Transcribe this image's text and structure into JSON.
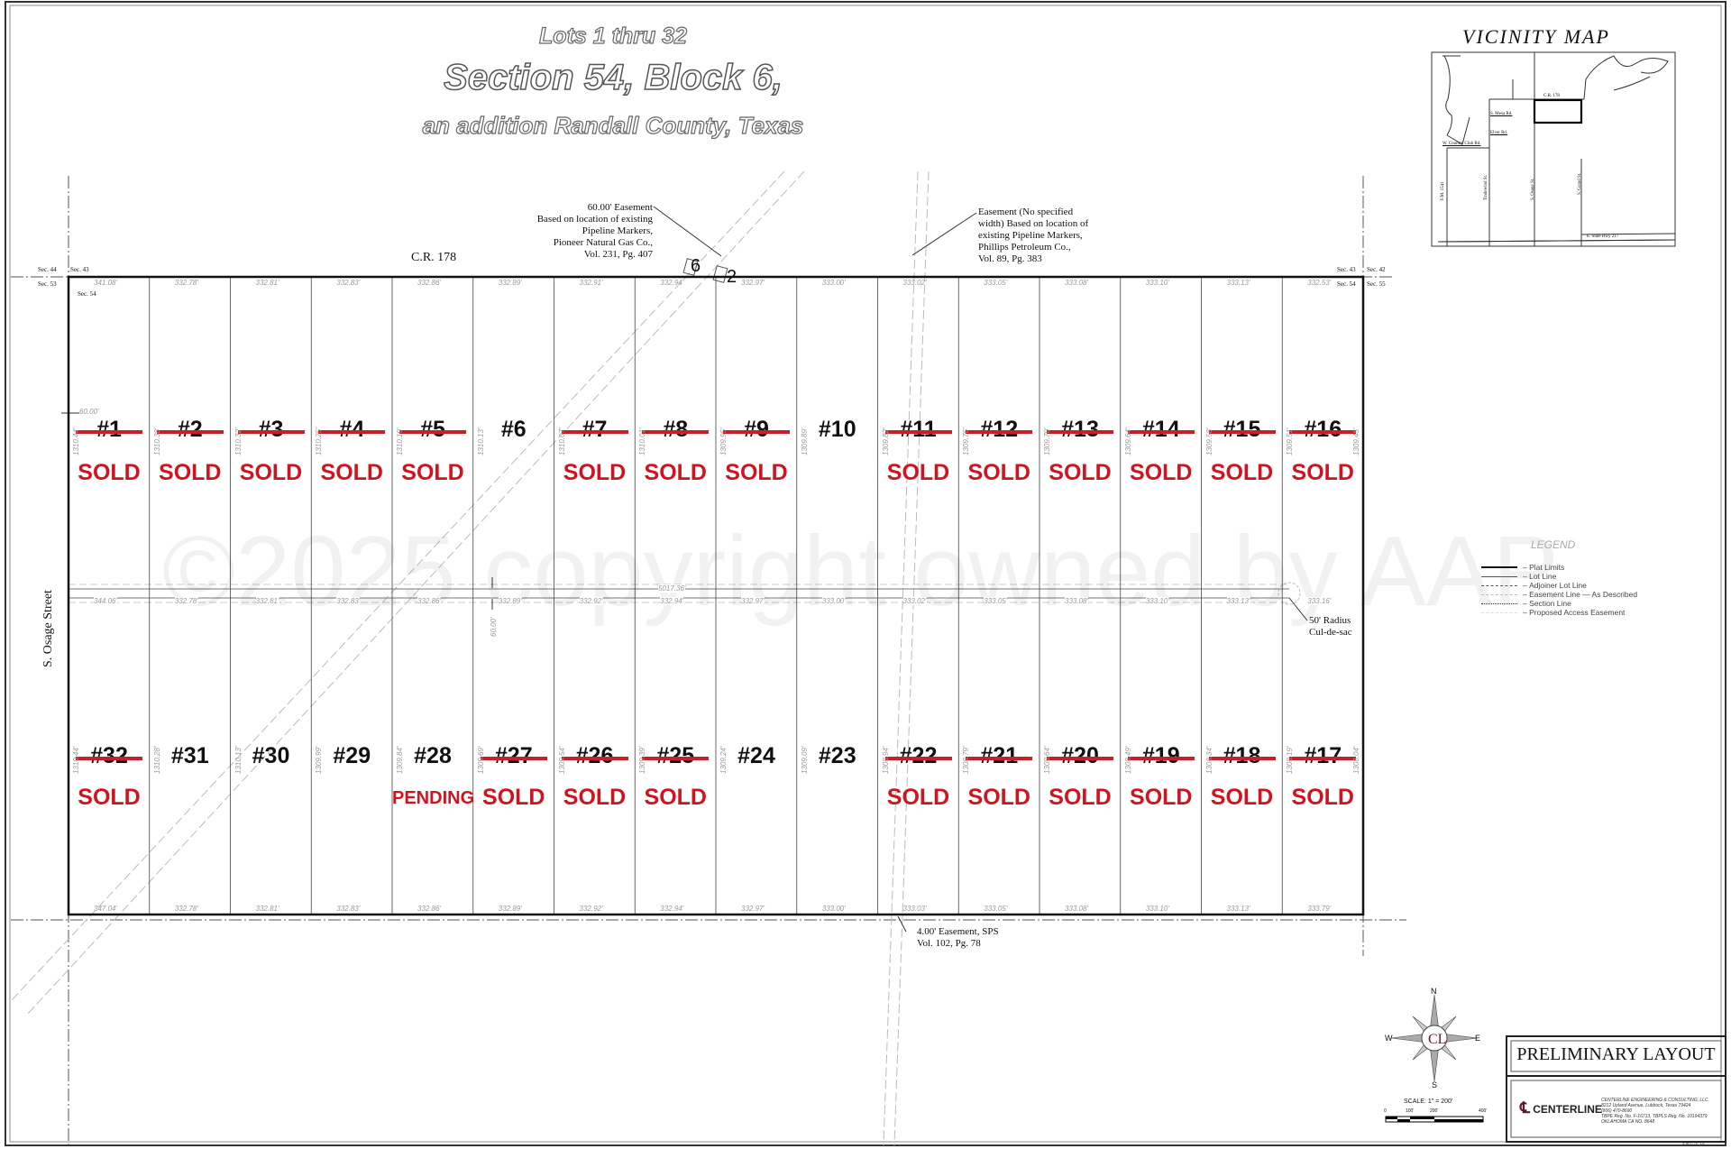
{
  "title": {
    "line1": "Lots 1 thru 32",
    "line2": "Section 54, Block 6,",
    "line3": "an addition Randall County, Texas"
  },
  "road_top": "C.R. 178",
  "street_left": "S. Osage Street",
  "watermark": "©2025 copyright owned by AAP",
  "notes": {
    "easement_pioneer": [
      "60.00' Easement",
      "Based on location of existing",
      "Pipeline Markers,",
      "Pioneer Natural Gas Co.,",
      "Vol. 231, Pg. 407"
    ],
    "easement_phillips": [
      "Easement (No specified",
      "width) Based on location of",
      "existing Pipeline Markers,",
      "Phillips Petroleum Co.,",
      "Vol. 89, Pg. 383"
    ],
    "easement_sps": [
      "4.00' Easement, SPS",
      "Vol. 102, Pg. 78"
    ],
    "culdesac": [
      "50' Radius",
      "Cul-de-sac"
    ],
    "access_width": "60.00'",
    "access_width_left": "60.00'",
    "road_length": "5017.36'",
    "marker_6": "6",
    "marker_2": "2"
  },
  "sections": {
    "nw_top_left": "Sec. 44",
    "nw_top_right": "Sec. 43",
    "nw_bot_left": "Sec. 53",
    "nw_bot_right": "Sec. 54",
    "ne_top_left": "Sec. 43",
    "ne_top_right": "Sec. 42",
    "ne_bot_left": "Sec. 54",
    "ne_bot_right": "Sec. 55"
  },
  "lots": {
    "north": [
      {
        "num": "#1",
        "status": "SOLD",
        "sold": true
      },
      {
        "num": "#2",
        "status": "SOLD",
        "sold": true
      },
      {
        "num": "#3",
        "status": "SOLD",
        "sold": true
      },
      {
        "num": "#4",
        "status": "SOLD",
        "sold": true
      },
      {
        "num": "#5",
        "status": "SOLD",
        "sold": true
      },
      {
        "num": "#6",
        "status": "",
        "sold": false
      },
      {
        "num": "#7",
        "status": "SOLD",
        "sold": true
      },
      {
        "num": "#8",
        "status": "SOLD",
        "sold": true
      },
      {
        "num": "#9",
        "status": "SOLD",
        "sold": true
      },
      {
        "num": "#10",
        "status": "",
        "sold": false
      },
      {
        "num": "#11",
        "status": "SOLD",
        "sold": true
      },
      {
        "num": "#12",
        "status": "SOLD",
        "sold": true
      },
      {
        "num": "#13",
        "status": "SOLD",
        "sold": true
      },
      {
        "num": "#14",
        "status": "SOLD",
        "sold": true
      },
      {
        "num": "#15",
        "status": "SOLD",
        "sold": true
      },
      {
        "num": "#16",
        "status": "SOLD",
        "sold": true
      }
    ],
    "south": [
      {
        "num": "#32",
        "status": "SOLD",
        "sold": true
      },
      {
        "num": "#31",
        "status": "",
        "sold": false
      },
      {
        "num": "#30",
        "status": "",
        "sold": false
      },
      {
        "num": "#29",
        "status": "",
        "sold": false
      },
      {
        "num": "#28",
        "status": "PENDING",
        "sold": false
      },
      {
        "num": "#27",
        "status": "SOLD",
        "sold": true
      },
      {
        "num": "#26",
        "status": "SOLD",
        "sold": true
      },
      {
        "num": "#25",
        "status": "SOLD",
        "sold": true
      },
      {
        "num": "#24",
        "status": "",
        "sold": false
      },
      {
        "num": "#23",
        "status": "",
        "sold": false
      },
      {
        "num": "#22",
        "status": "SOLD",
        "sold": true
      },
      {
        "num": "#21",
        "status": "SOLD",
        "sold": true
      },
      {
        "num": "#20",
        "status": "SOLD",
        "sold": true
      },
      {
        "num": "#19",
        "status": "SOLD",
        "sold": true
      },
      {
        "num": "#18",
        "status": "SOLD",
        "sold": true
      },
      {
        "num": "#17",
        "status": "SOLD",
        "sold": true
      }
    ]
  },
  "dimensions": {
    "north_top": [
      "341.08'",
      "332.78'",
      "332.81'",
      "332.83'",
      "332.86'",
      "332.89'",
      "332.91'",
      "332.94'",
      "332.97'",
      "333.00'",
      "333.02'",
      "333.05'",
      "333.08'",
      "333.10'",
      "333.13'",
      "332.53'"
    ],
    "north_depths": [
      "1310.44'",
      "1310.38'",
      "1310.32'",
      "1310.25'",
      "1310.19'",
      "1310.13'",
      "1310.07'",
      "1310.01'",
      "1309.95'",
      "1309.89'",
      "1309.82'",
      "1309.76'",
      "1309.70'",
      "1309.64'",
      "1309.58'",
      "1309.51'",
      "1309.45'"
    ],
    "south_top": [
      "344.06'",
      "332.78'",
      "332.81'",
      "332.83'",
      "332.86'",
      "332.89'",
      "332.92'",
      "332.94'",
      "332.97'",
      "333.00'",
      "333.02'",
      "333.05'",
      "333.08'",
      "333.10'",
      "333.13'",
      "333.16'"
    ],
    "south_depths": [
      "1310.44'",
      "1310.28'",
      "1310.13'",
      "1309.99'",
      "1309.84'",
      "1309.69'",
      "1309.54'",
      "1309.39'",
      "1309.24'",
      "1309.09'",
      "1308.94'",
      "1308.79'",
      "1308.64'",
      "1308.49'",
      "1308.34'",
      "1308.19'",
      "1308.04'"
    ],
    "south_bottom": [
      "347.04'",
      "332.78'",
      "332.81'",
      "332.83'",
      "332.86'",
      "332.89'",
      "332.92'",
      "332.94'",
      "332.97'",
      "333.00'",
      "333.03'",
      "333.05'",
      "333.08'",
      "333.10'",
      "333.13'",
      "333.79'"
    ]
  },
  "vicinity_map": {
    "title": "VICINITY MAP",
    "labels": [
      "C.R. 178",
      "S. Mesa Rd.",
      "Elver Rd.",
      "W. Country Club Rd.",
      "F.M. 1541",
      "Tradewind St.",
      "S. Osage St.",
      "S. Grand St.",
      "E. State Hwy 217"
    ]
  },
  "legend": {
    "title": "LEGEND",
    "items": [
      "Plat Limits",
      "Lot Line",
      "Adjoiner Lot Line",
      "Easement Line — As Described",
      "Section Line",
      "Proposed Access Easement"
    ]
  },
  "compass": {
    "n": "N",
    "s": "S",
    "e": "E",
    "w": "W"
  },
  "scale": {
    "label": "SCALE: 1\" = 200'",
    "ticks": [
      "0",
      "100'",
      "200'",
      "400'"
    ]
  },
  "title_block": {
    "status": "PRELIMINARY LAYOUT",
    "company_logo": "CENTERLINE",
    "company_lines": [
      "CENTERLINE ENGINEERING & CONSULTING, LLC.",
      "8212 Upland Avenue, Lubbock, Texas 79424",
      "(806) 470-8690",
      "TBPE Reg. No. F-16713, TBPLS Reg. No. 10194379",
      "OKLAHOMA CA NO. 8648"
    ],
    "sheet_ref": "4-36-1776 - L6",
    "brand_color": "#5a1a2a"
  },
  "colors": {
    "sold": "#d0141f",
    "strike": "#c8202a"
  }
}
